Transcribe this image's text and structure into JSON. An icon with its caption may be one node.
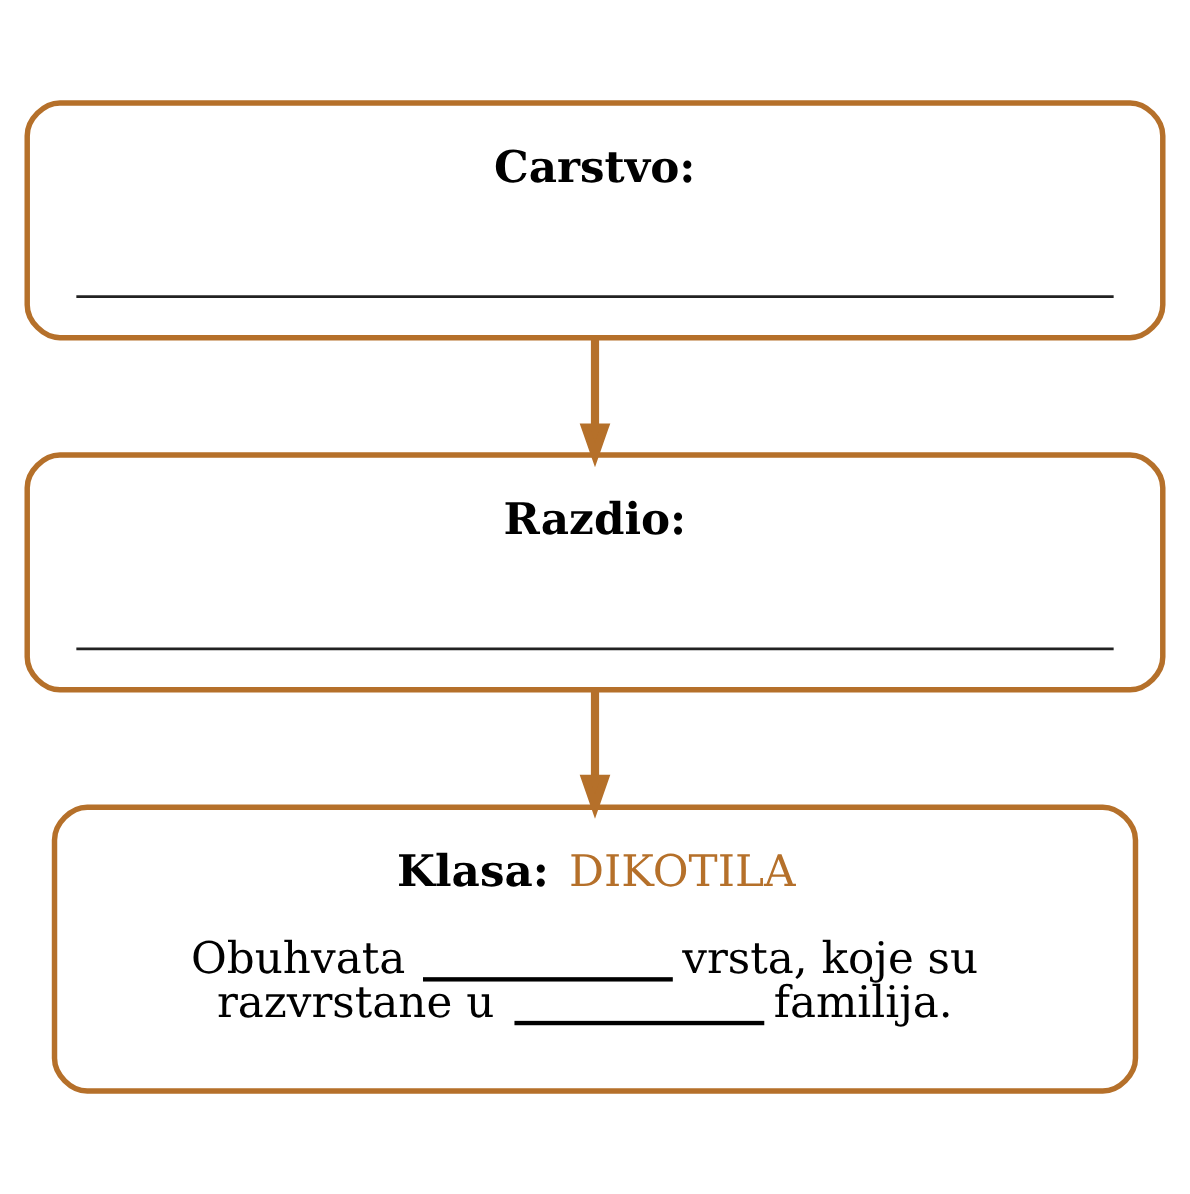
{
  "diagram": {
    "nodes": [
      {
        "text": [
          "Carstvo:"
        ]
      },
      {
        "text": [
          "Razdio:"
        ]
      },
      {
        "text": [
          "Klasa: DIKOTILA",
          "Obuhvata vrsta, koje su razvrstane u familija."
        ]
      }
    ],
    "edges": [
      {
        "from": 0,
        "to": 1,
        "arrow": "to"
      },
      {
        "from": 1,
        "to": 2,
        "arrow": "to"
      }
    ]
  }
}
